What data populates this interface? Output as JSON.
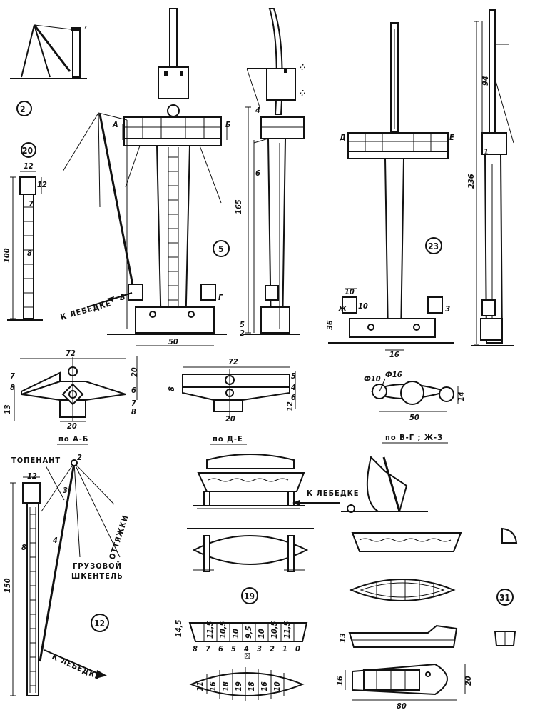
{
  "figure_numbers": {
    "f2": "2",
    "f20": "20",
    "f5": "5",
    "f23": "23",
    "f12": "12",
    "f19": "19",
    "f31": "31"
  },
  "section_markers": {
    "a": "А",
    "b": "Б",
    "v": "В",
    "g": "Г",
    "d": "Д",
    "e": "Е",
    "zh": "Ж",
    "z": "З"
  },
  "labels": {
    "to_winch": "К ЛЕБЕДКЕ",
    "topenant": "ТОПЕНАНТ",
    "ottyazhki": "ОТТЯЖКИ",
    "cargo_pennant_1": "ГРУЗОВОЙ",
    "cargo_pennant_2": "ШКЕНТЕЛЬ",
    "sec_ab": "по А-Б",
    "sec_de": "по Д-Е",
    "sec_vg": "по В-Г ; Ж-З"
  },
  "dimensions": {
    "d12": "12",
    "d7": "7",
    "d8": "8",
    "d100": "100",
    "d50": "50",
    "d165": "165",
    "d4": "4",
    "d6": "6",
    "d5": "5",
    "d2": "2",
    "d16": "16",
    "d94": "94",
    "d236": "236",
    "d1": "1",
    "d10": "10",
    "d36": "36",
    "d72": "72",
    "d20": "20",
    "d13": "13",
    "d3": "3",
    "dphi10": "Ф10",
    "dphi16": "Ф16",
    "d14": "14",
    "d150": "150",
    "d80": "80",
    "d14_5": "14,5",
    "d13b": "13"
  },
  "boat_stations": [
    "11,5",
    "10,5",
    "10",
    "9,5",
    "10",
    "10,5",
    "11,5"
  ],
  "boat_frames": [
    "8",
    "7",
    "6",
    "5",
    "4",
    "3",
    "2",
    "1",
    "0"
  ],
  "boat_plan_widths": [
    "11",
    "16",
    "18",
    "19",
    "18",
    "16",
    "10"
  ],
  "boat_midship_mark": "☒"
}
